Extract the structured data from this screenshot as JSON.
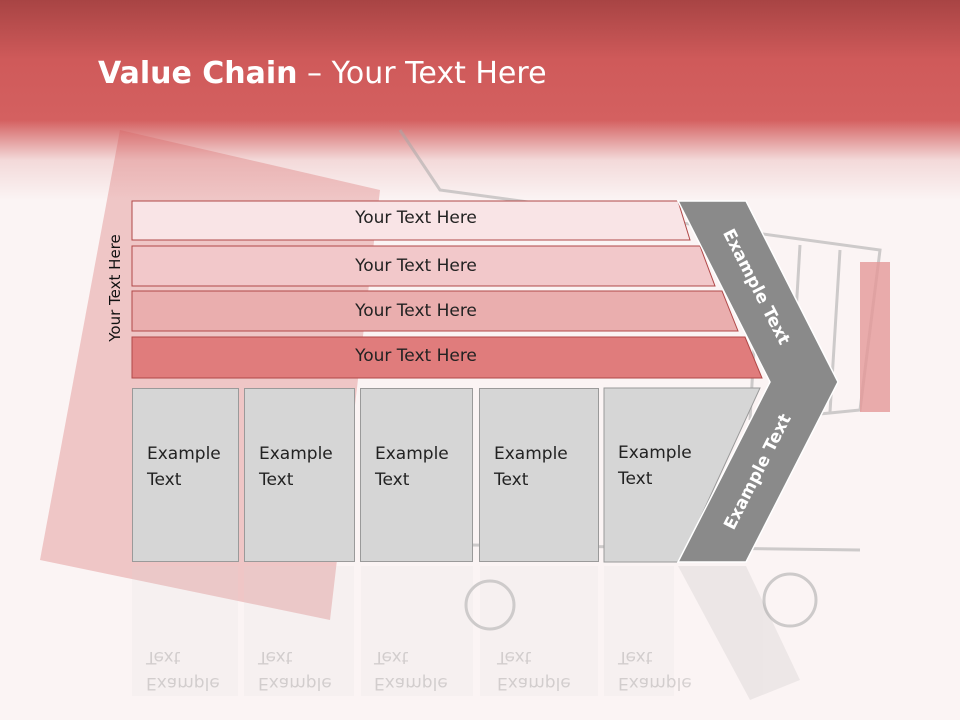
{
  "title": {
    "bold": "Value Chain",
    "rest": " – Your Text Here"
  },
  "side_label": "Your Text Here",
  "rows": [
    {
      "label": "Your Text Here",
      "color": "#f9e4e6"
    },
    {
      "label": "Your Text Here",
      "color": "#f2c8ca"
    },
    {
      "label": "Your Text Here",
      "color": "#eaaeae"
    },
    {
      "label": "Your Text Here",
      "color": "#e07c7c"
    }
  ],
  "boxes": [
    {
      "line1": "Example",
      "line2": "Text"
    },
    {
      "line1": "Example",
      "line2": "Text"
    },
    {
      "line1": "Example",
      "line2": "Text"
    },
    {
      "line1": "Example",
      "line2": "Text"
    },
    {
      "line1": "Example",
      "line2": "Text"
    }
  ],
  "chevron": {
    "upper": "Example Text",
    "lower": "Example Text",
    "color": "#8a8a8a"
  },
  "colors": {
    "header": "#cf5a5a",
    "box": "#d6d6d6"
  }
}
